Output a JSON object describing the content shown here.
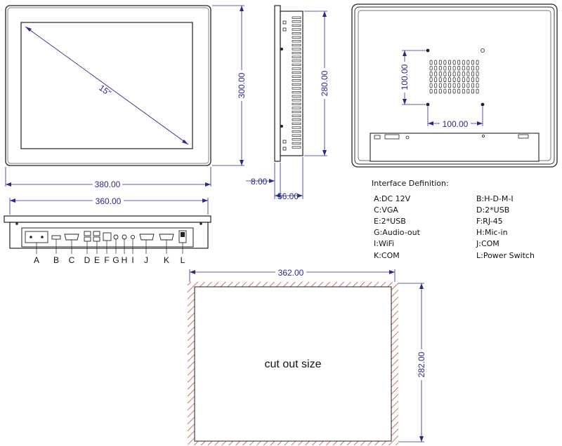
{
  "colors": {
    "dimension": "#2a2a8a",
    "outline": "#222222",
    "hatch": "#c0392b",
    "background": "#ffffff"
  },
  "front_view": {
    "diagonal_label": "15\"",
    "width_dim": "380.00",
    "height_dim": "300.00"
  },
  "side_view": {
    "height_dim": "280.00",
    "bezel_dim": "8.00",
    "depth_dim": "56.00"
  },
  "back_view": {
    "vesa_h_dim": "100.00",
    "vesa_v_dim": "100.00"
  },
  "bottom_view": {
    "width_dim": "360.00",
    "port_letters": [
      "A",
      "B",
      "C",
      "D",
      "E",
      "F",
      "G",
      "H",
      "I",
      "J",
      "K",
      "L"
    ]
  },
  "interface_definition": {
    "title": "Interface Definition:",
    "items": [
      [
        "A:DC 12V",
        "B:H-D-M-I"
      ],
      [
        "C:VGA",
        "D:2*USB"
      ],
      [
        "E:2*USB",
        "F:RJ-45"
      ],
      [
        "G:Audio-out",
        "H:Mic-in"
      ],
      [
        "I:WiFi",
        "J:COM"
      ],
      [
        "K:COM",
        "L:Power Switch"
      ]
    ]
  },
  "cutout": {
    "label": "cut out size",
    "width_dim": "362.00",
    "height_dim": "282.00"
  }
}
